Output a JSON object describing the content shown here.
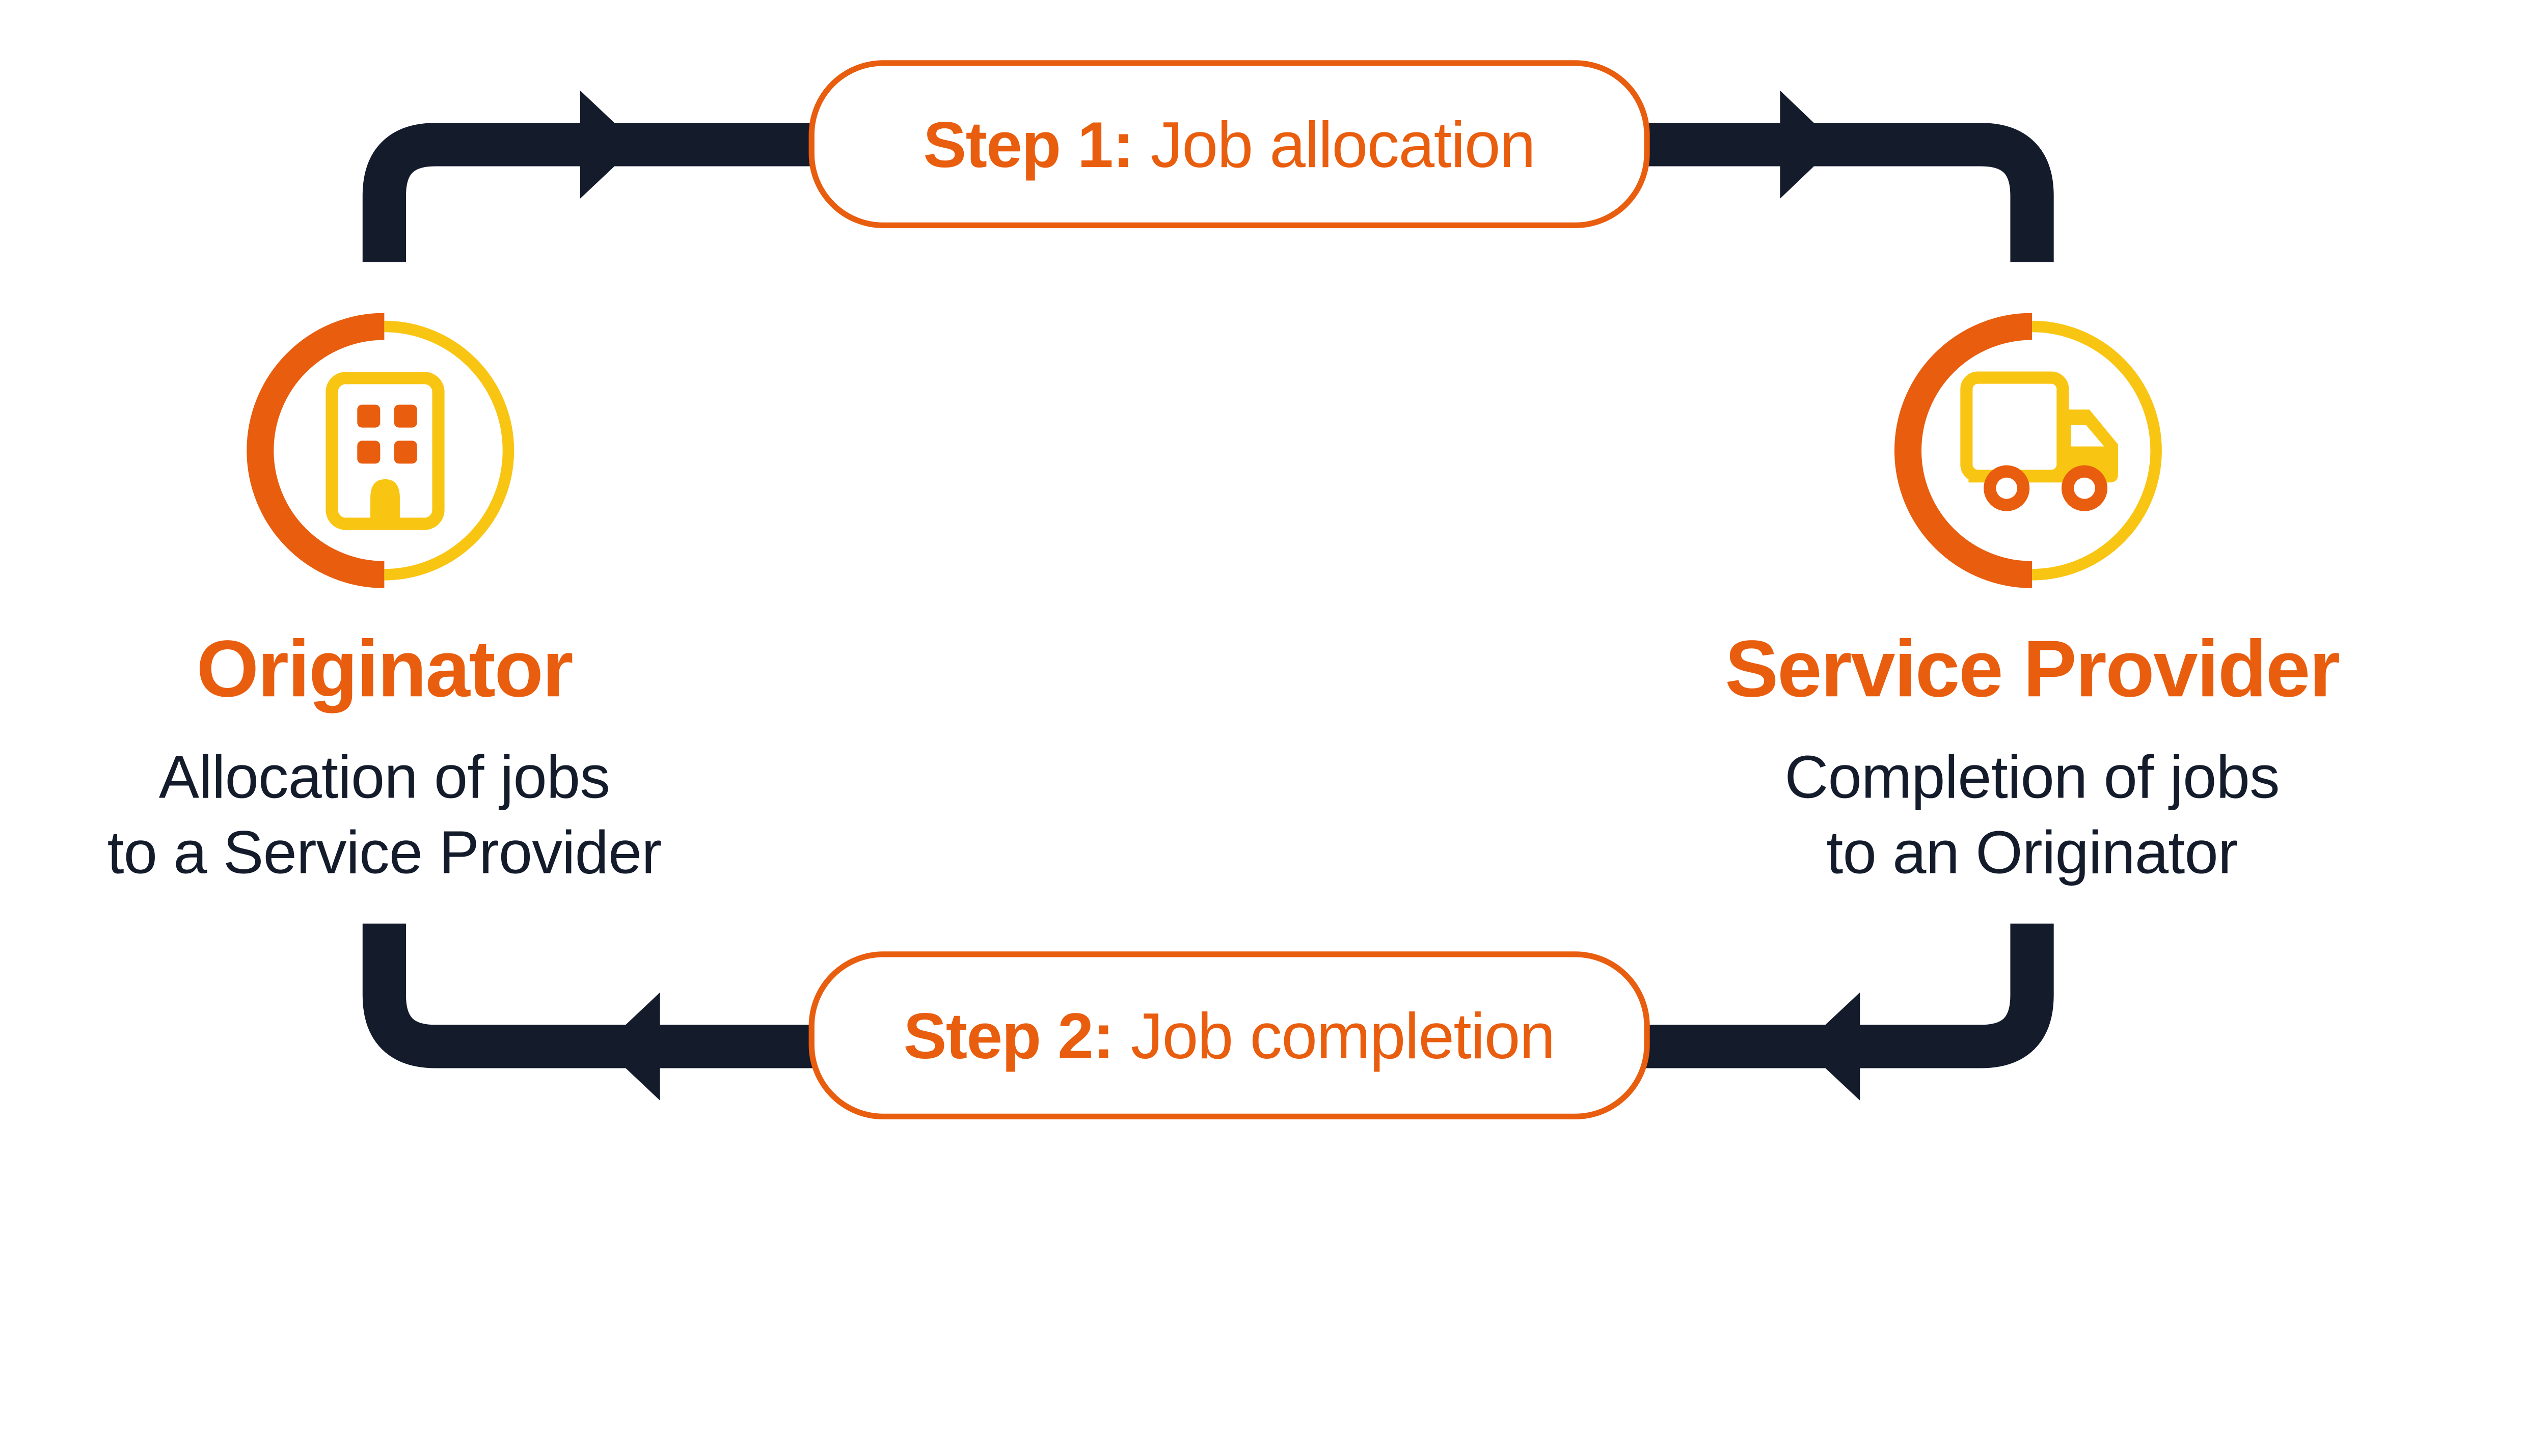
{
  "colors": {
    "orange": "#E95D0E",
    "yellow": "#F9C513",
    "navy": "#141C2C",
    "background": "#FFFFFF"
  },
  "flow": {
    "top_step": {
      "prefix": "Step 1:",
      "label": " Job allocation",
      "direction": "left-to-right"
    },
    "bottom_step": {
      "prefix": "Step 2:",
      "label": " Job completion",
      "direction": "right-to-left"
    }
  },
  "nodes": {
    "originator": {
      "name": "Originator",
      "description": [
        "Allocation of jobs",
        "to a Service Provider"
      ],
      "icon": "building-icon"
    },
    "service_provider": {
      "name": "Service Provider",
      "description": [
        "Completion of jobs",
        "to an Originator"
      ],
      "icon": "truck-icon"
    }
  }
}
